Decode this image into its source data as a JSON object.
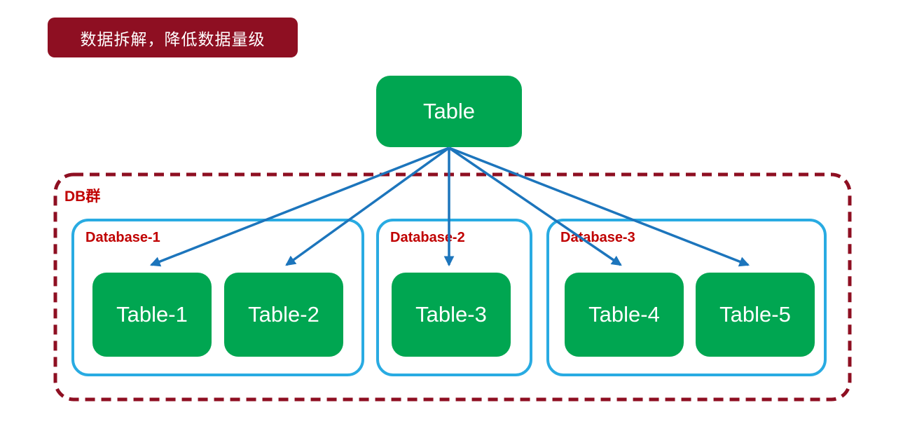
{
  "banner": {
    "label": "数据拆解，降低数据量级"
  },
  "root_table": {
    "label": "Table"
  },
  "cluster": {
    "label": "DB群"
  },
  "databases": [
    {
      "label": "Database-1",
      "tables": [
        "Table-1",
        "Table-2"
      ]
    },
    {
      "label": "Database-2",
      "tables": [
        "Table-3"
      ]
    },
    {
      "label": "Database-3",
      "tables": [
        "Table-4",
        "Table-5"
      ]
    }
  ],
  "colors": {
    "node_green": "#00A651",
    "database_border_blue": "#29ABE2",
    "arrow_blue": "#1C75BC",
    "banner_maroon": "#8E0F22",
    "cluster_dash_maroon": "#8E0F22",
    "label_red": "#C00000",
    "node_text": "#ffffff"
  }
}
